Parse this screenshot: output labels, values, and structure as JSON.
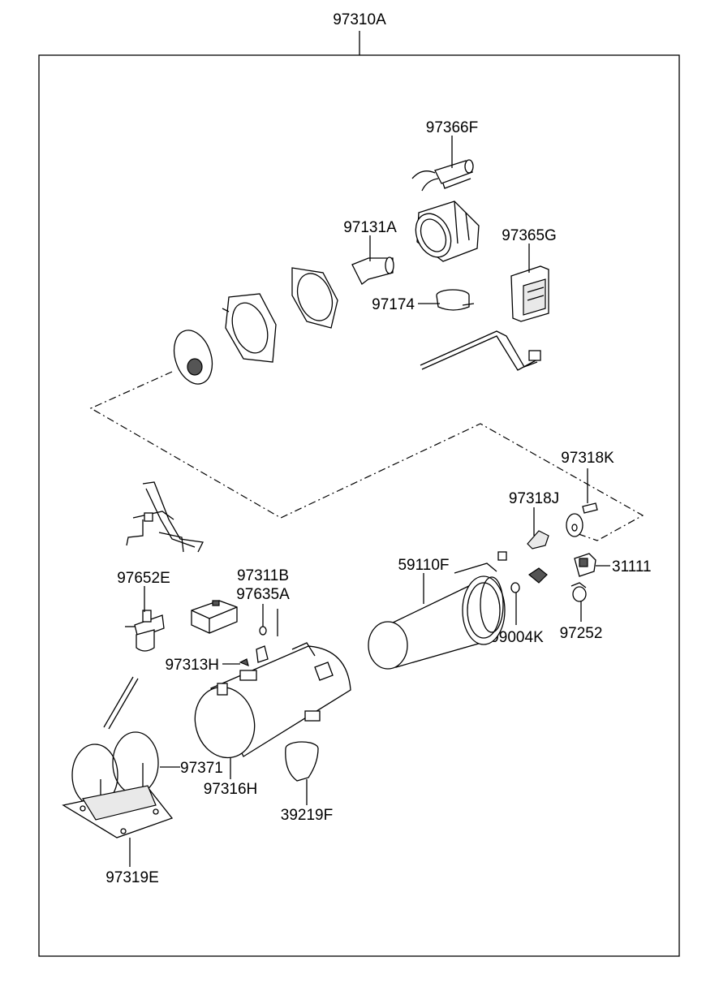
{
  "diagram": {
    "assembly_label": "97310A",
    "parts": {
      "p97366F": "97366F",
      "p97131A": "97131A",
      "p97365G": "97365G",
      "p97174": "97174",
      "p97318K": "97318K",
      "p97318J": "97318J",
      "p59110F": "59110F",
      "p31111": "31111",
      "p97652E": "97652E",
      "p97311B": "97311B",
      "p97635A": "97635A",
      "p99004K": "99004K",
      "p97252": "97252",
      "p97313H": "97313H",
      "p97371": "97371",
      "p97316H": "97316H",
      "p39219F": "39219F",
      "p97319E": "97319E"
    }
  }
}
